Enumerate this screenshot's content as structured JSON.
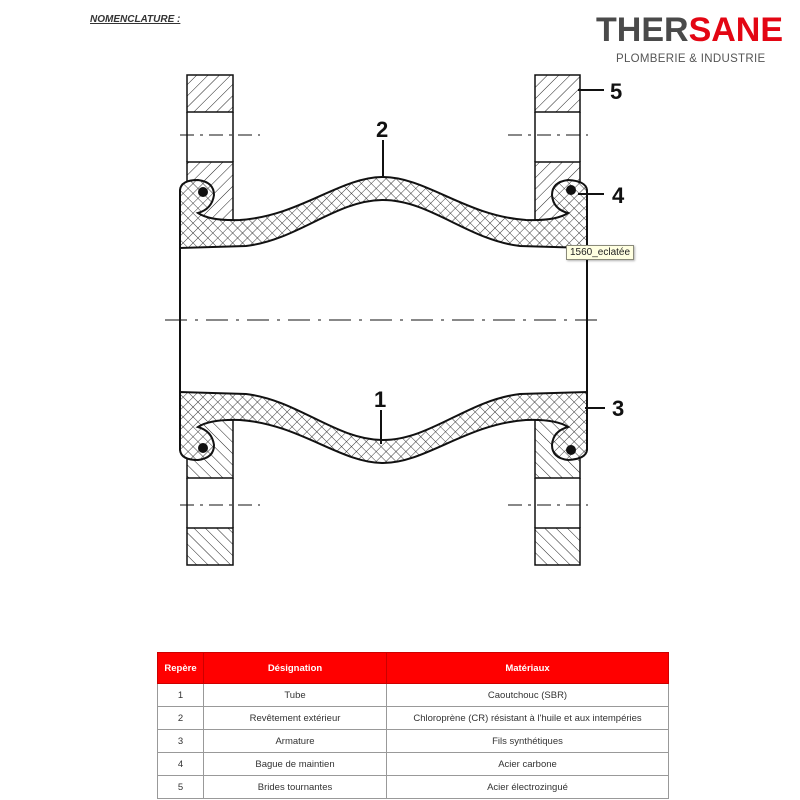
{
  "header": {
    "title": "NOMENCLATURE :"
  },
  "logo": {
    "brand_part1": "THER",
    "brand_part2": "SANE",
    "tagline": "PLOMBERIE & INDUSTRIE",
    "colors": {
      "grey": "#4a4a4a",
      "red": "#e30613"
    }
  },
  "drawing": {
    "labels": [
      "1",
      "2",
      "3",
      "4",
      "5"
    ],
    "tooltip": "1560_eclatée"
  },
  "table": {
    "header_color": "#ff0000",
    "columns": [
      "Repère",
      "Désignation",
      "Matériaux"
    ],
    "rows": [
      [
        "1",
        "Tube",
        "Caoutchouc (SBR)"
      ],
      [
        "2",
        "Revêtement extérieur",
        "Chloroprène (CR) résistant à l'huile et aux intempéries"
      ],
      [
        "3",
        "Armature",
        "Fils synthétiques"
      ],
      [
        "4",
        "Bague de maintien",
        "Acier carbone"
      ],
      [
        "5",
        "Brides tournantes",
        "Acier électrozingué"
      ]
    ]
  }
}
